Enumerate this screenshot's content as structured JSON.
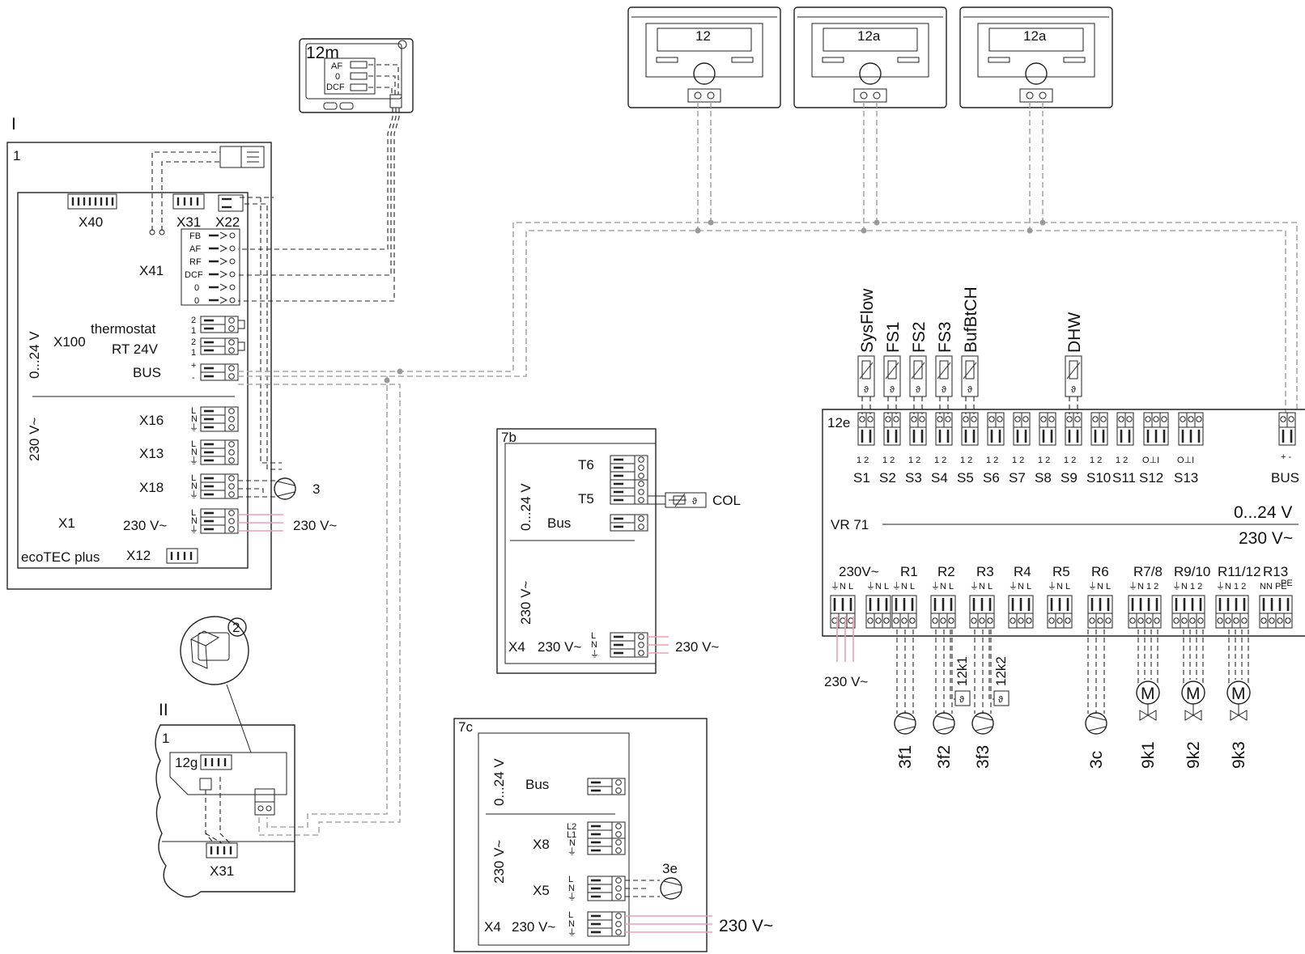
{
  "labels": {
    "roman_i": "I",
    "roman_ii": "II",
    "boiler_num": "1",
    "boiler_name": "ecoTEC plus",
    "x40": "X40",
    "x31": "X31",
    "x22": "X22",
    "x41": "X41",
    "x100": "X100",
    "thermostat": "thermostat",
    "rt24": "RT 24V",
    "bus": "BUS",
    "v24": "0...24 V",
    "v230": "230 V~",
    "x16": "X16",
    "x13": "X13",
    "x18": "X18",
    "x1": "X1",
    "x12": "X12",
    "pump3": "3",
    "x41_terms": [
      "FB",
      "AF",
      "RF",
      "DCF",
      "0",
      "0"
    ],
    "thermo_nums": [
      "2",
      "1",
      "2",
      "1"
    ],
    "bus_pm": [
      "+",
      "-"
    ],
    "lnp": [
      "L",
      "N",
      "⏚"
    ],
    "c12m": "12m",
    "c12m_terms": [
      "AF",
      "0",
      "DCF"
    ],
    "ctrl_12": "12",
    "ctrl_12a": "12a",
    "ctrl_12a_2": "12a",
    "m7b": "7b",
    "t6": "T6",
    "t5": "T5",
    "bus_small": "Bus",
    "col": "COL",
    "x4": "X4",
    "m7c": "7c",
    "x8": "X8",
    "x5": "X5",
    "pump3e": "3e",
    "l2l1": [
      "L2",
      "L1",
      "N",
      "⏚"
    ],
    "sensors": [
      "SysFlow",
      "FS1",
      "FS2",
      "FS3",
      "BufBtCH",
      "DHW"
    ],
    "c12e": "12e",
    "s_terms": [
      "S1",
      "S2",
      "S3",
      "S4",
      "S5",
      "S6",
      "S7",
      "S8",
      "S9",
      "S10",
      "S11",
      "S12",
      "S13"
    ],
    "s_pins": [
      "1 2",
      "1 2",
      "1 2",
      "1 2",
      "1 2",
      "1 2",
      "1 2",
      "1 2",
      "1 2",
      "1 2",
      "1 2",
      "O⊥I",
      "O⊥I"
    ],
    "bus_pm_h": "+ -",
    "vr71": "VR 71",
    "v24_short": "0...24 V",
    "relays": [
      "230V~",
      "R1",
      "R2",
      "R3",
      "R4",
      "R5",
      "R6",
      "R7/8",
      "R9/10",
      "R11/12",
      "R13"
    ],
    "relay_pins": [
      "⏚N L",
      "⏚N L",
      "⏚N L",
      "⏚N L",
      "⏚N L",
      "⏚N L",
      "⏚N L",
      "⏚N L",
      "⏚N 1 2",
      "⏚N 1 2",
      "⏚N 1 2",
      "NN PE"
    ],
    "pe": "PE",
    "outputs": [
      "3f1",
      "3f2",
      "3f3",
      "3c",
      "9k1",
      "9k2",
      "9k3"
    ],
    "k_labels": [
      "12k1",
      "12k2"
    ],
    "motor": "M",
    "theta": "ϑ",
    "c12g": "12g",
    "x31b": "X31",
    "circle2": "2"
  }
}
